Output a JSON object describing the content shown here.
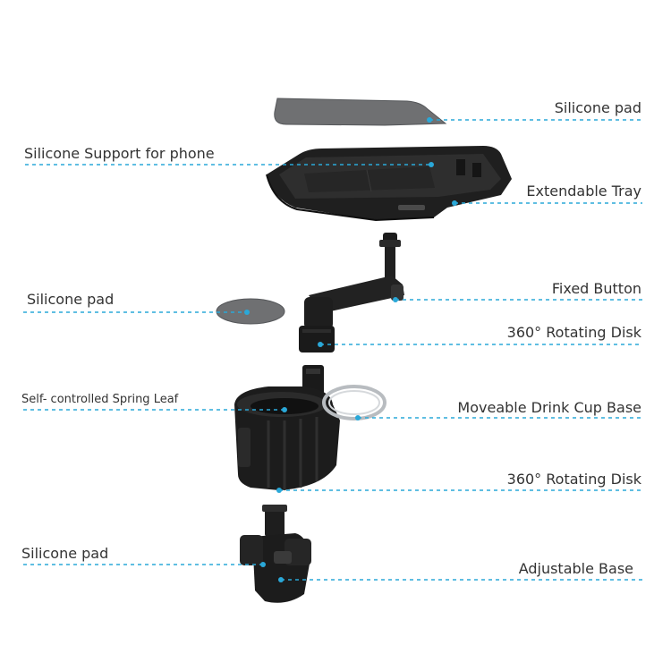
{
  "colors": {
    "leader": "#2aa8d8",
    "part_dark": "#1c1c1c",
    "part_mid": "#2e2e2e",
    "pad": "#6f7072",
    "ring": "#b8bcc0"
  },
  "labels": {
    "silicone_pad_top": "Silicone pad",
    "silicone_support_phone": "Silicone Support for phone",
    "extendable_tray": "Extendable Tray",
    "silicone_pad_mid": "Silicone pad",
    "fixed_button": "Fixed Button",
    "rotating_disk_upper": "360° Rotating Disk",
    "spring_leaf": "Self- controlled Spring Leaf",
    "moveable_cup_base": "Moveable Drink Cup Base",
    "rotating_disk_lower": "360° Rotating Disk",
    "silicone_pad_bottom": "Silicone pad",
    "adjustable_base": "Adjustable Base"
  }
}
